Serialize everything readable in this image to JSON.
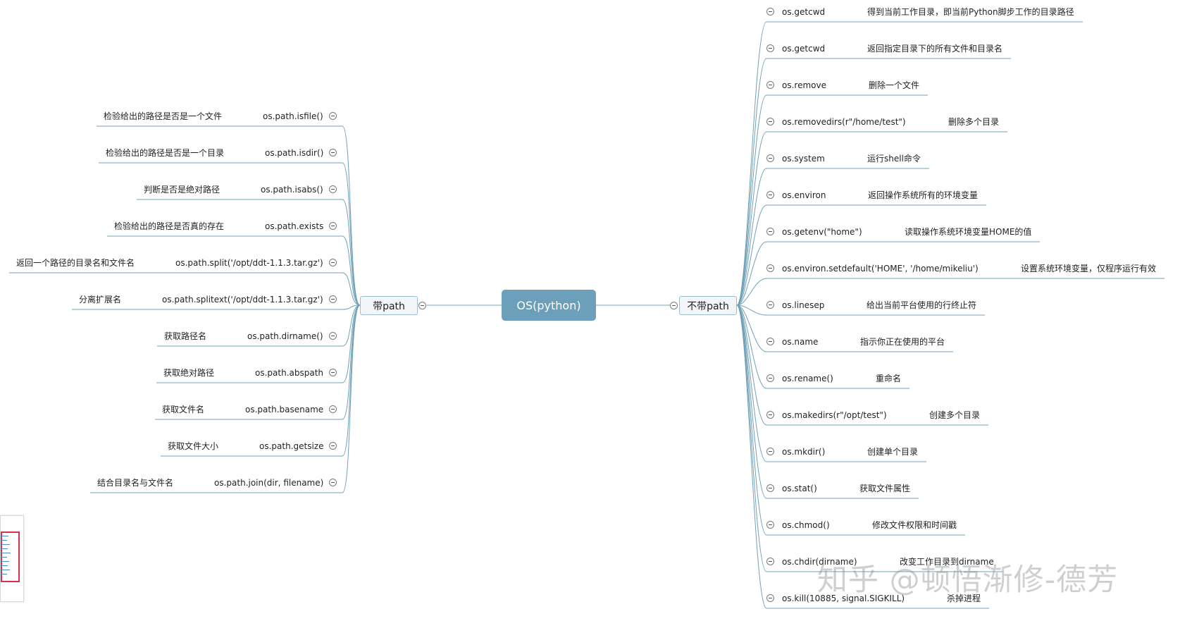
{
  "root": {
    "label": "OS(python)"
  },
  "branches": {
    "left": {
      "label": "带path",
      "items": [
        {
          "method": "os.path.isfile()",
          "desc": "检验给出的路径是否是一个文件"
        },
        {
          "method": "os.path.isdir()",
          "desc": "检验给出的路径是否是一个目录"
        },
        {
          "method": "os.path.isabs()",
          "desc": "判断是否是绝对路径"
        },
        {
          "method": "os.path.exists",
          "desc": "检验给出的路径是否真的存在"
        },
        {
          "method": "os.path.split('/opt/ddt-1.1.3.tar.gz')",
          "desc": "返回一个路径的目录名和文件名"
        },
        {
          "method": "os.path.splitext('/opt/ddt-1.1.3.tar.gz')",
          "desc": "分离扩展名"
        },
        {
          "method": "os.path.dirname()",
          "desc": "获取路径名"
        },
        {
          "method": "os.path.abspath",
          "desc": "获取绝对路径"
        },
        {
          "method": "os.path.basename",
          "desc": "获取文件名"
        },
        {
          "method": "os.path.getsize",
          "desc": "获取文件大小"
        },
        {
          "method": "os.path.join(dir, filename)",
          "desc": "结合目录名与文件名"
        }
      ]
    },
    "right": {
      "label": "不带path",
      "items": [
        {
          "method": "os.getcwd",
          "desc": "得到当前工作目录，即当前Python脚步工作的目录路径"
        },
        {
          "method": "os.getcwd",
          "desc": "返回指定目录下的所有文件和目录名"
        },
        {
          "method": "os.remove",
          "desc": "删除一个文件"
        },
        {
          "method": "os.removedirs(r\"/home/test\")",
          "desc": "删除多个目录"
        },
        {
          "method": "os.system",
          "desc": "运行shell命令"
        },
        {
          "method": "os.environ",
          "desc": "返回操作系统所有的环境变量"
        },
        {
          "method": "os.getenv(\"home\")",
          "desc": "读取操作系统环境变量HOME的值"
        },
        {
          "method": "os.environ.setdefault('HOME', '/home/mikeliu')",
          "desc": "设置系统环境变量，仅程序运行有效"
        },
        {
          "method": "os.linesep",
          "desc": "给出当前平台使用的行终止符"
        },
        {
          "method": "os.name",
          "desc": "指示你正在使用的平台"
        },
        {
          "method": "os.rename()",
          "desc": "重命名"
        },
        {
          "method": "os.makedirs(r\"/opt/test\")",
          "desc": "创建多个目录"
        },
        {
          "method": "os.mkdir()",
          "desc": "创建单个目录"
        },
        {
          "method": "os.stat()",
          "desc": "获取文件属性"
        },
        {
          "method": "os.chmod()",
          "desc": "修改文件权限和时间戳"
        },
        {
          "method": "os.chdir(dirname)",
          "desc": "改变工作目录到dirname"
        },
        {
          "method": "os.kill(10885, signal.SIGKILL)",
          "desc": "杀掉进程"
        }
      ]
    }
  },
  "watermark": "知乎 @顿悟渐修-德芳",
  "colors": {
    "root_fill": "#6c9fb9",
    "branch_fill": "#f2f6f9",
    "branch_border": "#9fbccb",
    "connector": "#6fa0b7",
    "minimap_frame": "#d9304f"
  }
}
